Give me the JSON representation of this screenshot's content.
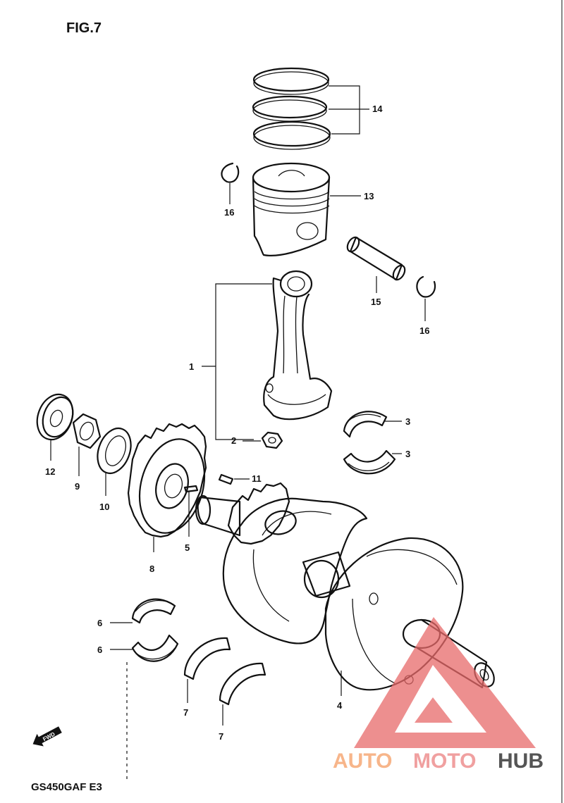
{
  "figure": {
    "title": "FIG.7",
    "model": "GS450GAF  E3",
    "fwd_label": "FWD"
  },
  "callouts": {
    "c1": "1",
    "c2": "2",
    "c3a": "3",
    "c3b": "3",
    "c4": "4",
    "c5": "5",
    "c6a": "6",
    "c6b": "6",
    "c7a": "7",
    "c7b": "7",
    "c8": "8",
    "c9": "9",
    "c10": "10",
    "c11": "11",
    "c12": "12",
    "c13": "13",
    "c14": "14",
    "c15": "15",
    "c16a": "16",
    "c16b": "16"
  },
  "watermark": {
    "part1": "AUTO",
    "part2": "MOTO",
    "part3": "HUB",
    "color_triangle": "#e86a6a"
  }
}
